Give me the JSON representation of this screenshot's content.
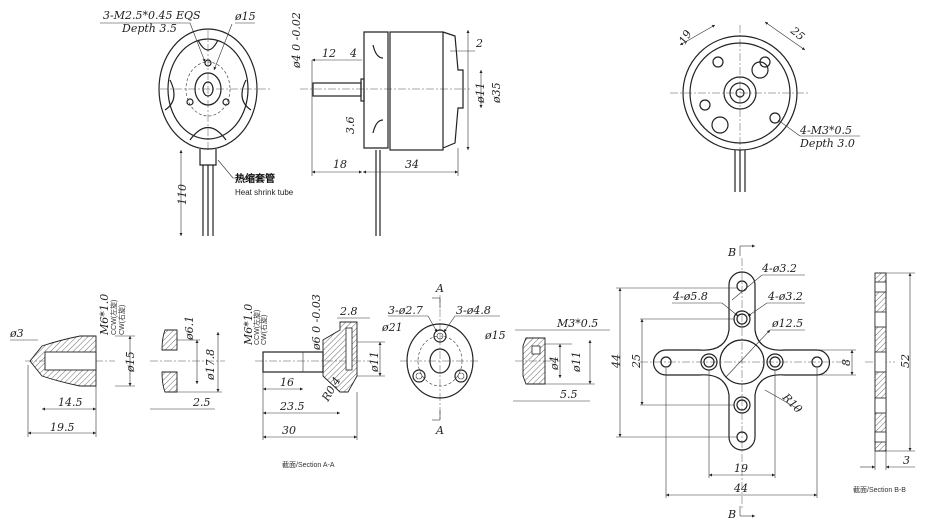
{
  "front_view": {
    "thread_label": "3-M2.5*0.45 EQS",
    "depth_label": "Depth 3.5",
    "dia_label": "ø15",
    "wire_length": "110",
    "shrink_tube_cn": "热缩套管",
    "shrink_tube_en": "Heat shrink tube"
  },
  "side_view": {
    "shaft_dia": "ø4 0 -0.02",
    "shaft_len": "12",
    "step": "4",
    "rear_step": "2",
    "rear_dia": "ø11",
    "body_dia": "ø35",
    "offset": "3.6",
    "front_len": "18",
    "body_len": "34"
  },
  "rear_view": {
    "spacing_a": "19",
    "spacing_b": "25",
    "thread_label": "4-M3*0.5",
    "depth_label": "Depth 3.0"
  },
  "spinner": {
    "tip_dia": "ø3",
    "thread": "M6*1.0",
    "ccw": "CCW(左旋)",
    "cw": "CW(右旋)",
    "dia": "ø15",
    "len_inner": "14.5",
    "len_total": "19.5"
  },
  "washer": {
    "inner_dia": "ø6.1",
    "outer_dia": "ø17.8",
    "thickness": "2.5"
  },
  "adapter_shaft": {
    "thread": "M6*1.0",
    "ccw": "CCW(左旋)",
    "cw": "CW(右旋)",
    "shaft_dia": "ø6 0 -0.03",
    "flange": "2.8",
    "bore": "ø11",
    "len_thread": "16",
    "radius": "R0.4",
    "len_mid": "23.5",
    "len_total": "30",
    "section_label": "截面/Section A-A"
  },
  "collar": {
    "section_top": "A",
    "section_bottom": "A",
    "holes_small": "3-ø2.7",
    "holes_large": "3-ø4.8",
    "outer_dia": "ø21",
    "pcd": "ø15"
  },
  "nut": {
    "thread": "M3*0.5",
    "inner": "ø4",
    "outer": "ø11",
    "length": "5.5"
  },
  "x_mount": {
    "section_top": "B",
    "section_bottom": "B",
    "outer_holes": "4-ø3.2",
    "counterbore": "4-ø5.8",
    "inner_holes": "4-ø3.2",
    "center_dia": "ø12.5",
    "height_outer": "44",
    "height_inner": "25",
    "arm_width": "8",
    "fillet": "R10",
    "width_inner": "19",
    "width_outer": "44",
    "section_height": "52",
    "section_thickness": "3",
    "section_label": "截面/Section B-B"
  }
}
